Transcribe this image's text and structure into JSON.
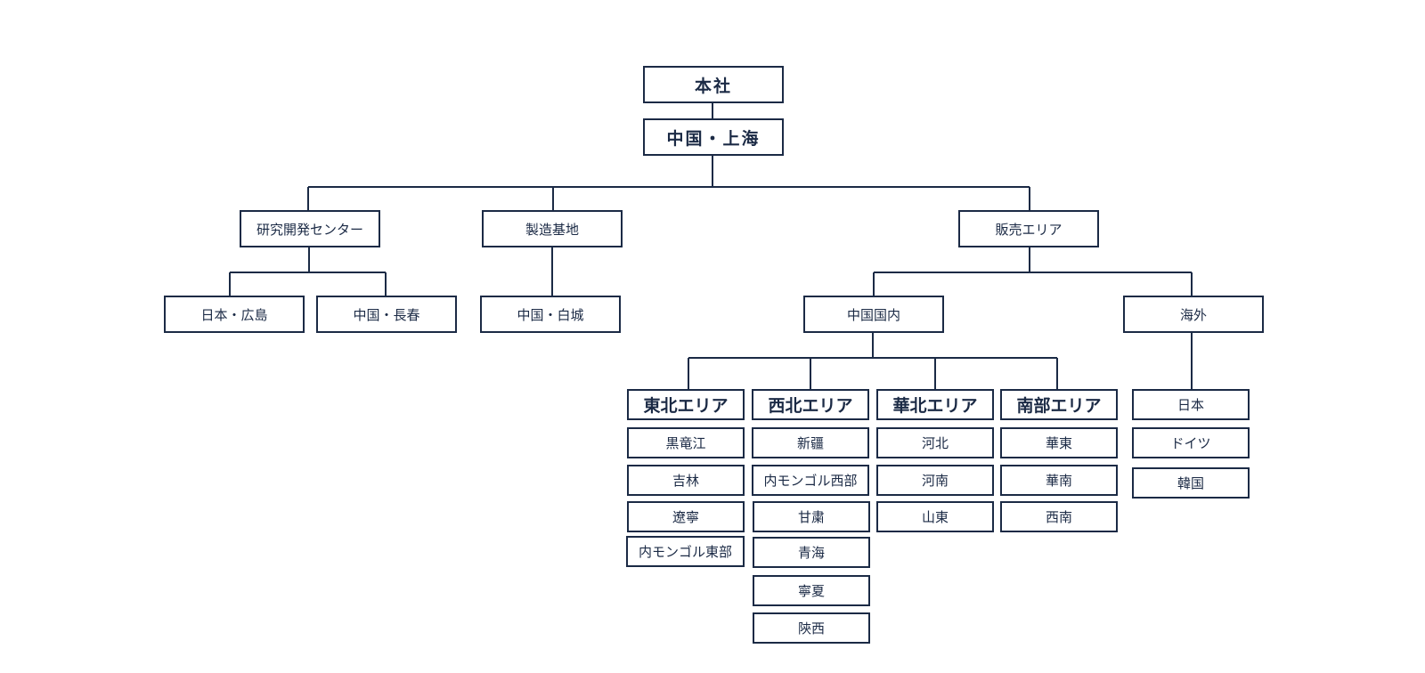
{
  "colors": {
    "line": "#1b2a45",
    "box_border": "#1b2a45",
    "text": "#1b2a45",
    "background": "#ffffff"
  },
  "org": {
    "root": "本社",
    "hq": "中国・上海",
    "rnd": {
      "label": "研究開発センター",
      "children": [
        "日本・広島",
        "中国・長春"
      ]
    },
    "manufacturing": {
      "label": "製造基地",
      "children": [
        "中国・白城"
      ]
    },
    "sales": {
      "label": "販売エリア",
      "domestic": {
        "label": "中国国内",
        "regions": [
          {
            "label": "東北エリア",
            "items": [
              "黒竜江",
              "吉林",
              "遼寧",
              "内モンゴル東部"
            ]
          },
          {
            "label": "西北エリア",
            "items": [
              "新疆",
              "内モンゴル西部",
              "甘粛",
              "青海",
              "寧夏",
              "陝西"
            ]
          },
          {
            "label": "華北エリア",
            "items": [
              "河北",
              "河南",
              "山東"
            ]
          },
          {
            "label": "南部エリア",
            "items": [
              "華東",
              "華南",
              "西南"
            ]
          }
        ]
      },
      "overseas": {
        "label": "海外",
        "items": [
          "日本",
          "ドイツ",
          "韓国"
        ]
      }
    }
  }
}
